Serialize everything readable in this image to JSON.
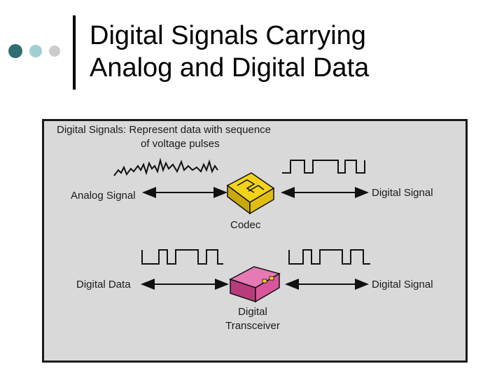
{
  "slide": {
    "title_line1": "Digital Signals Carrying",
    "title_line2": "Analog and Digital Data"
  },
  "figure": {
    "caption_line1": "Digital Signals: Represent data with sequence",
    "caption_line2": "of voltage pulses",
    "top_left_label": "Analog Signal",
    "top_right_label": "Digital Signal",
    "codec_label": "Codec",
    "bottom_left_label": "Digital Data",
    "bottom_right_label": "Digital Signal",
    "transceiver_line1": "Digital",
    "transceiver_line2": "Transceiver"
  },
  "colors": {
    "dot_dark": "#2f6f73",
    "dot_light": "#9fcfd3",
    "dot_gray": "#cccccc",
    "panel_bg": "#d9d9d9",
    "codec_yellow": "#f2d21b",
    "transceiver_pink": "#d9569a"
  }
}
